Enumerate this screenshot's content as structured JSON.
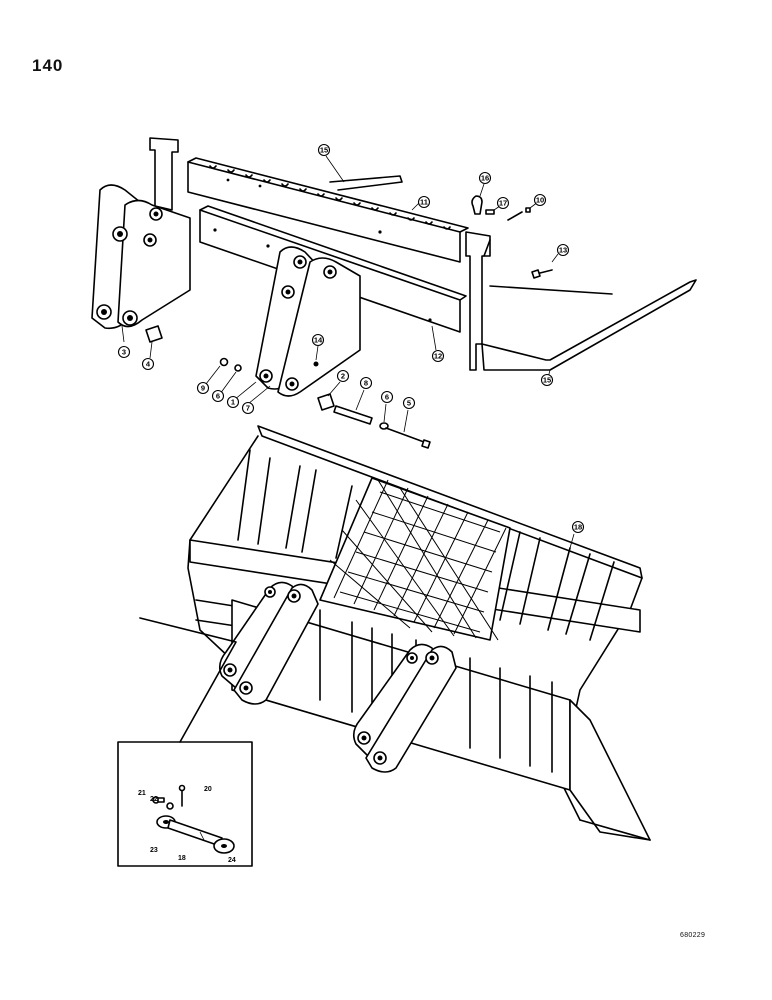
{
  "page": {
    "number": "140",
    "drawing_id": "680229"
  },
  "callouts": {
    "c1": "1",
    "c2": "2",
    "c3": "3",
    "c4": "4",
    "c5": "5",
    "c6a": "6",
    "c6b": "6",
    "c7": "7",
    "c8": "8",
    "c9": "9",
    "c10": "10",
    "c11": "11",
    "c12": "12",
    "c13": "13",
    "c14": "14",
    "c15a": "15",
    "c15b": "15",
    "c16": "16",
    "c17": "17",
    "c18": "18"
  },
  "inset": {
    "labels": {
      "l18": "18",
      "l20": "20",
      "l21": "21",
      "l22": "22",
      "l23": "23",
      "l24": "24"
    }
  }
}
